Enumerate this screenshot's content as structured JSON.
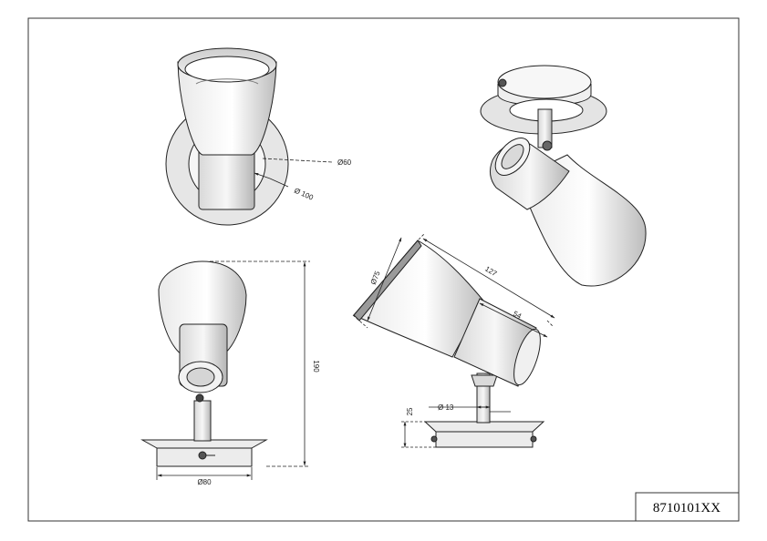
{
  "title_block": {
    "code": "8710101XX"
  },
  "dimensions": {
    "d60": "Ø60",
    "d100": "Ø 100",
    "d75": "Ø75",
    "len127": "127",
    "len54": "54",
    "h190": "190",
    "d80": "Ø80",
    "h25": "25",
    "d13": "Ø 13"
  }
}
